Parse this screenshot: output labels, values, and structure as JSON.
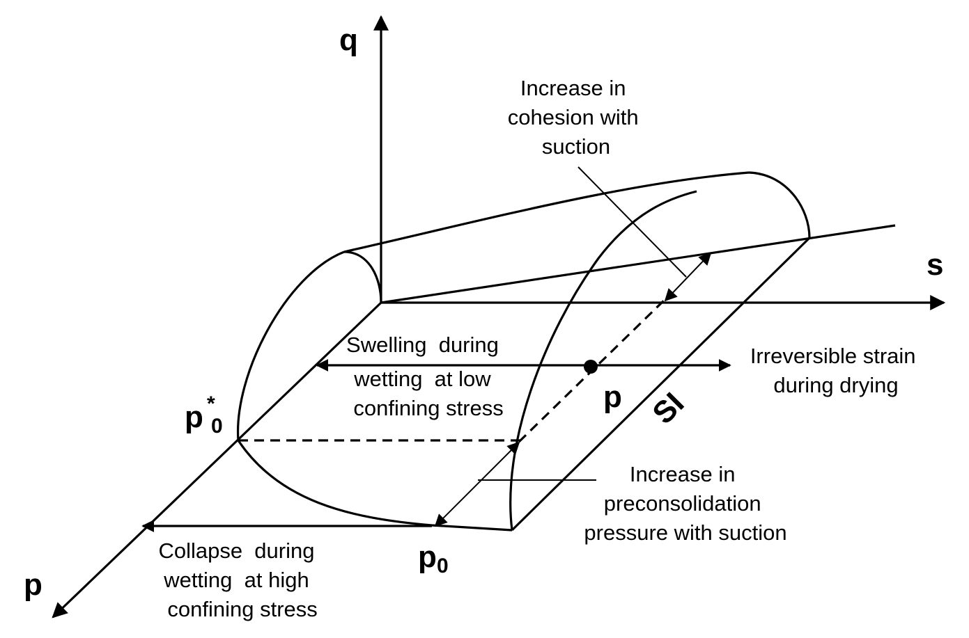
{
  "axes": {
    "q": "q",
    "s": "s",
    "p": "p"
  },
  "symbols": {
    "p_star_main": "p",
    "p_star_sup": "*",
    "p_star_sub": "0",
    "p0_main": "p",
    "p0_sub": "0",
    "point_p": "p",
    "si": "SI"
  },
  "notes": {
    "cohesion": [
      "Increase in",
      "cohesion with",
      "suction"
    ],
    "swelling": [
      "Swelling  during",
      "wetting  at low",
      "confining stress"
    ],
    "irreversible": [
      "Irreversible strain",
      "during drying"
    ],
    "preconsolidation": [
      "Increase in",
      "preconsolidation",
      "pressure with suction"
    ],
    "collapse": [
      "Collapse  during",
      "wetting  at high",
      "confining stress"
    ]
  }
}
